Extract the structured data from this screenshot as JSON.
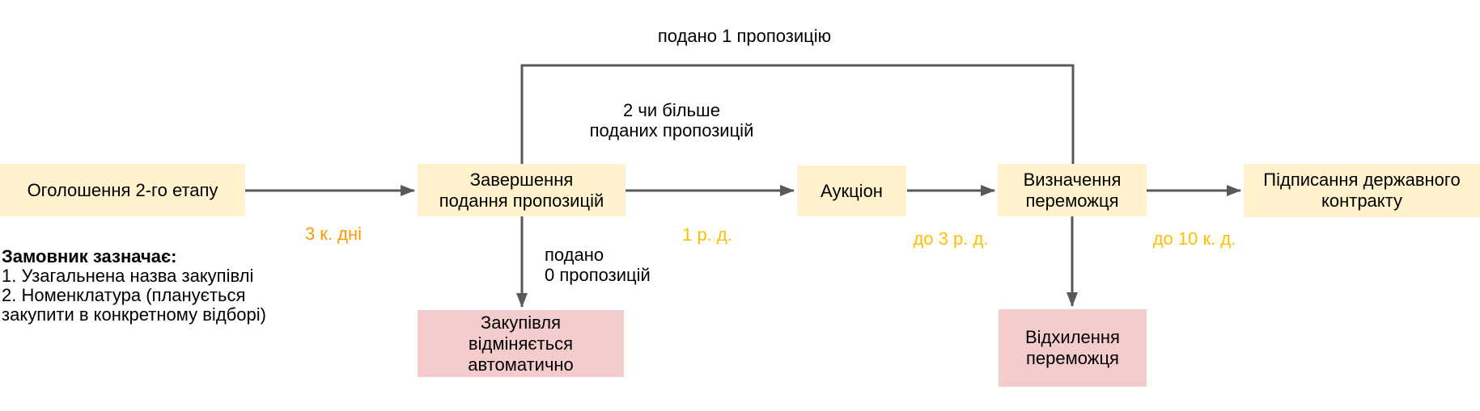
{
  "diagram": {
    "nodes": {
      "stage2": {
        "label": "Оголошення 2-го етапу"
      },
      "submission_end": {
        "label": "Завершення\nподання пропозицій"
      },
      "auction": {
        "label": "Аукціон"
      },
      "winner": {
        "label": "Визначення\nпереможця"
      },
      "contract": {
        "label": "Підписання державного\nконтракту"
      },
      "cancel": {
        "label": "Закупівля\nвідміняється\nавтоматично"
      },
      "reject": {
        "label": "Відхилення\nпереможця"
      }
    },
    "edge_labels": {
      "one_proposal": "подано 1 пропозицію",
      "two_or_more": "2 чи більше\nподаних пропозицій",
      "zero_proposals": "подано\n0 пропозицій"
    },
    "durations": {
      "announce_to_deadline": "3 к. дні",
      "deadline_to_auction": "1 р. д.",
      "auction_to_winner": "до 3 р. д.",
      "winner_to_contract": "до 10 к. д."
    },
    "note": {
      "heading": "Замовник зазначає:",
      "lines": [
        "1. Узагальнена назва закупівлі",
        "2. Номенклатура (планується",
        "закупити в конкретному відборі)"
      ]
    },
    "colors": {
      "stage_fill": "#fff2cc",
      "terminal_fill": "#f4cccc",
      "connector": "#595959",
      "duration_orange": "#ff9900",
      "duration_amber": "#ffbf00"
    }
  }
}
